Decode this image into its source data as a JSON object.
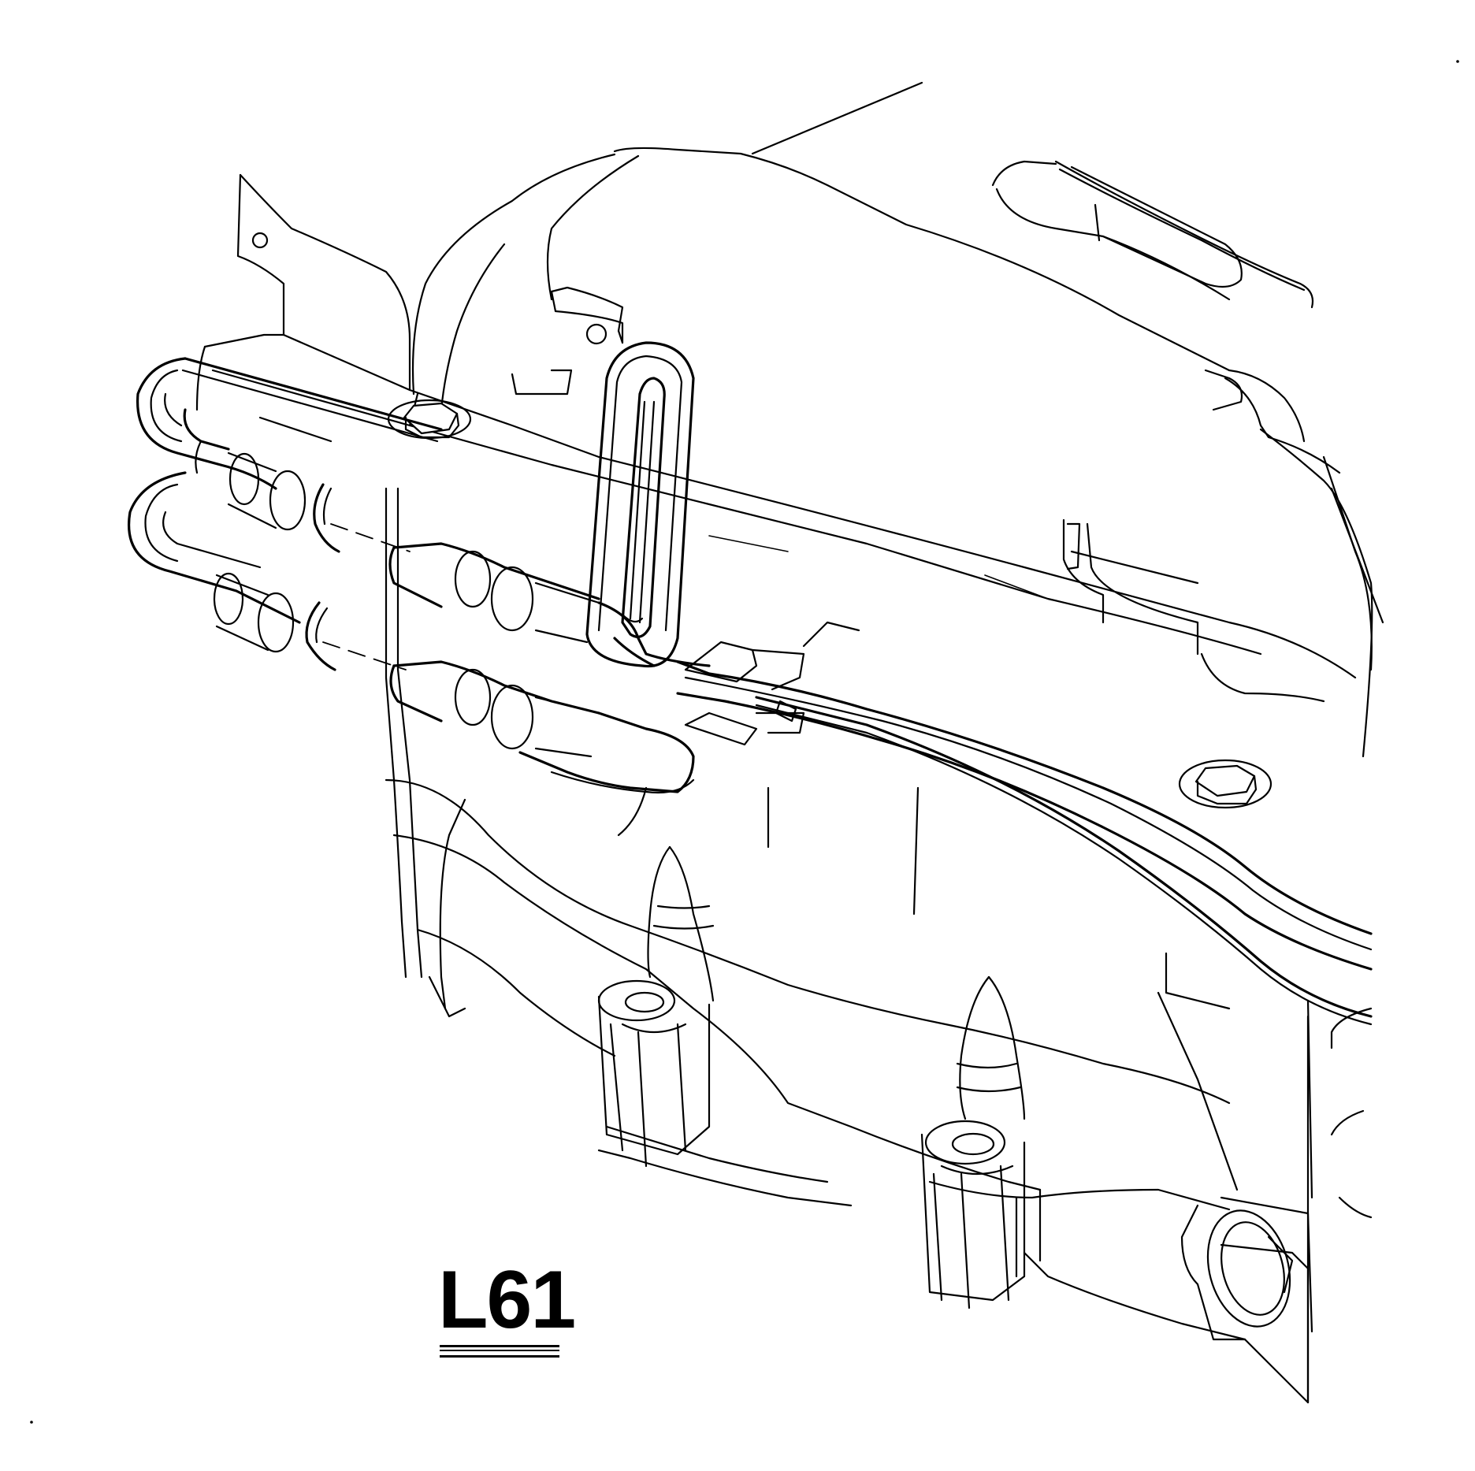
{
  "diagram": {
    "engine_label": "L61",
    "colors": {
      "line": "#000000",
      "background": "#ffffff"
    },
    "parts": [
      "intake-manifold",
      "oil-cooler-pipes",
      "pipe-bracket",
      "retaining-clip",
      "bracket-bolt-left",
      "bracket-bolt-right",
      "oil-pan",
      "mounting-bosses"
    ]
  }
}
